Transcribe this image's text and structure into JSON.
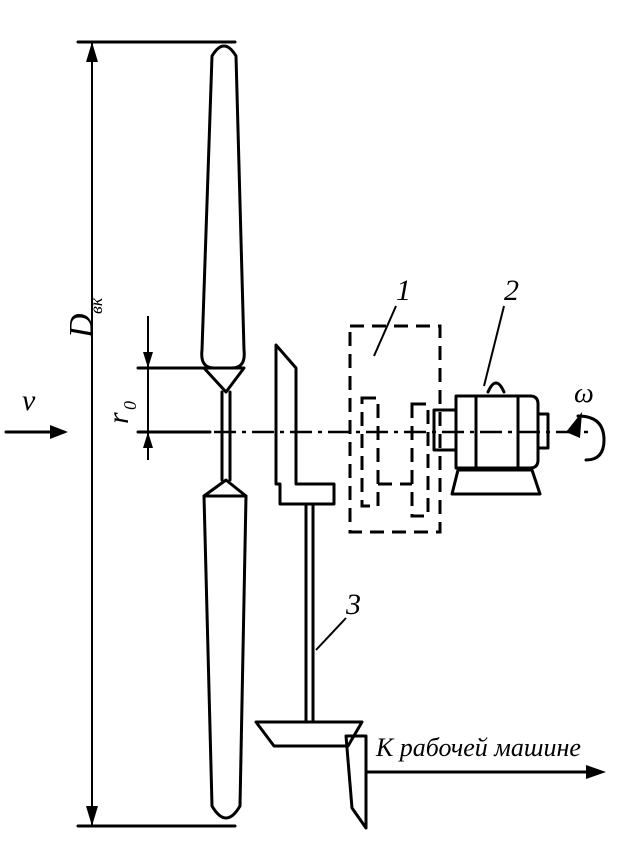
{
  "labels": {
    "velocity": "v",
    "diameter": "D",
    "diameter_sub": "вк",
    "hub_radius": "r",
    "hub_radius_sub": "0",
    "callout_1": "1",
    "callout_2": "2",
    "callout_3": "3",
    "omega": "ω",
    "output_text": "К рабочей машине"
  }
}
